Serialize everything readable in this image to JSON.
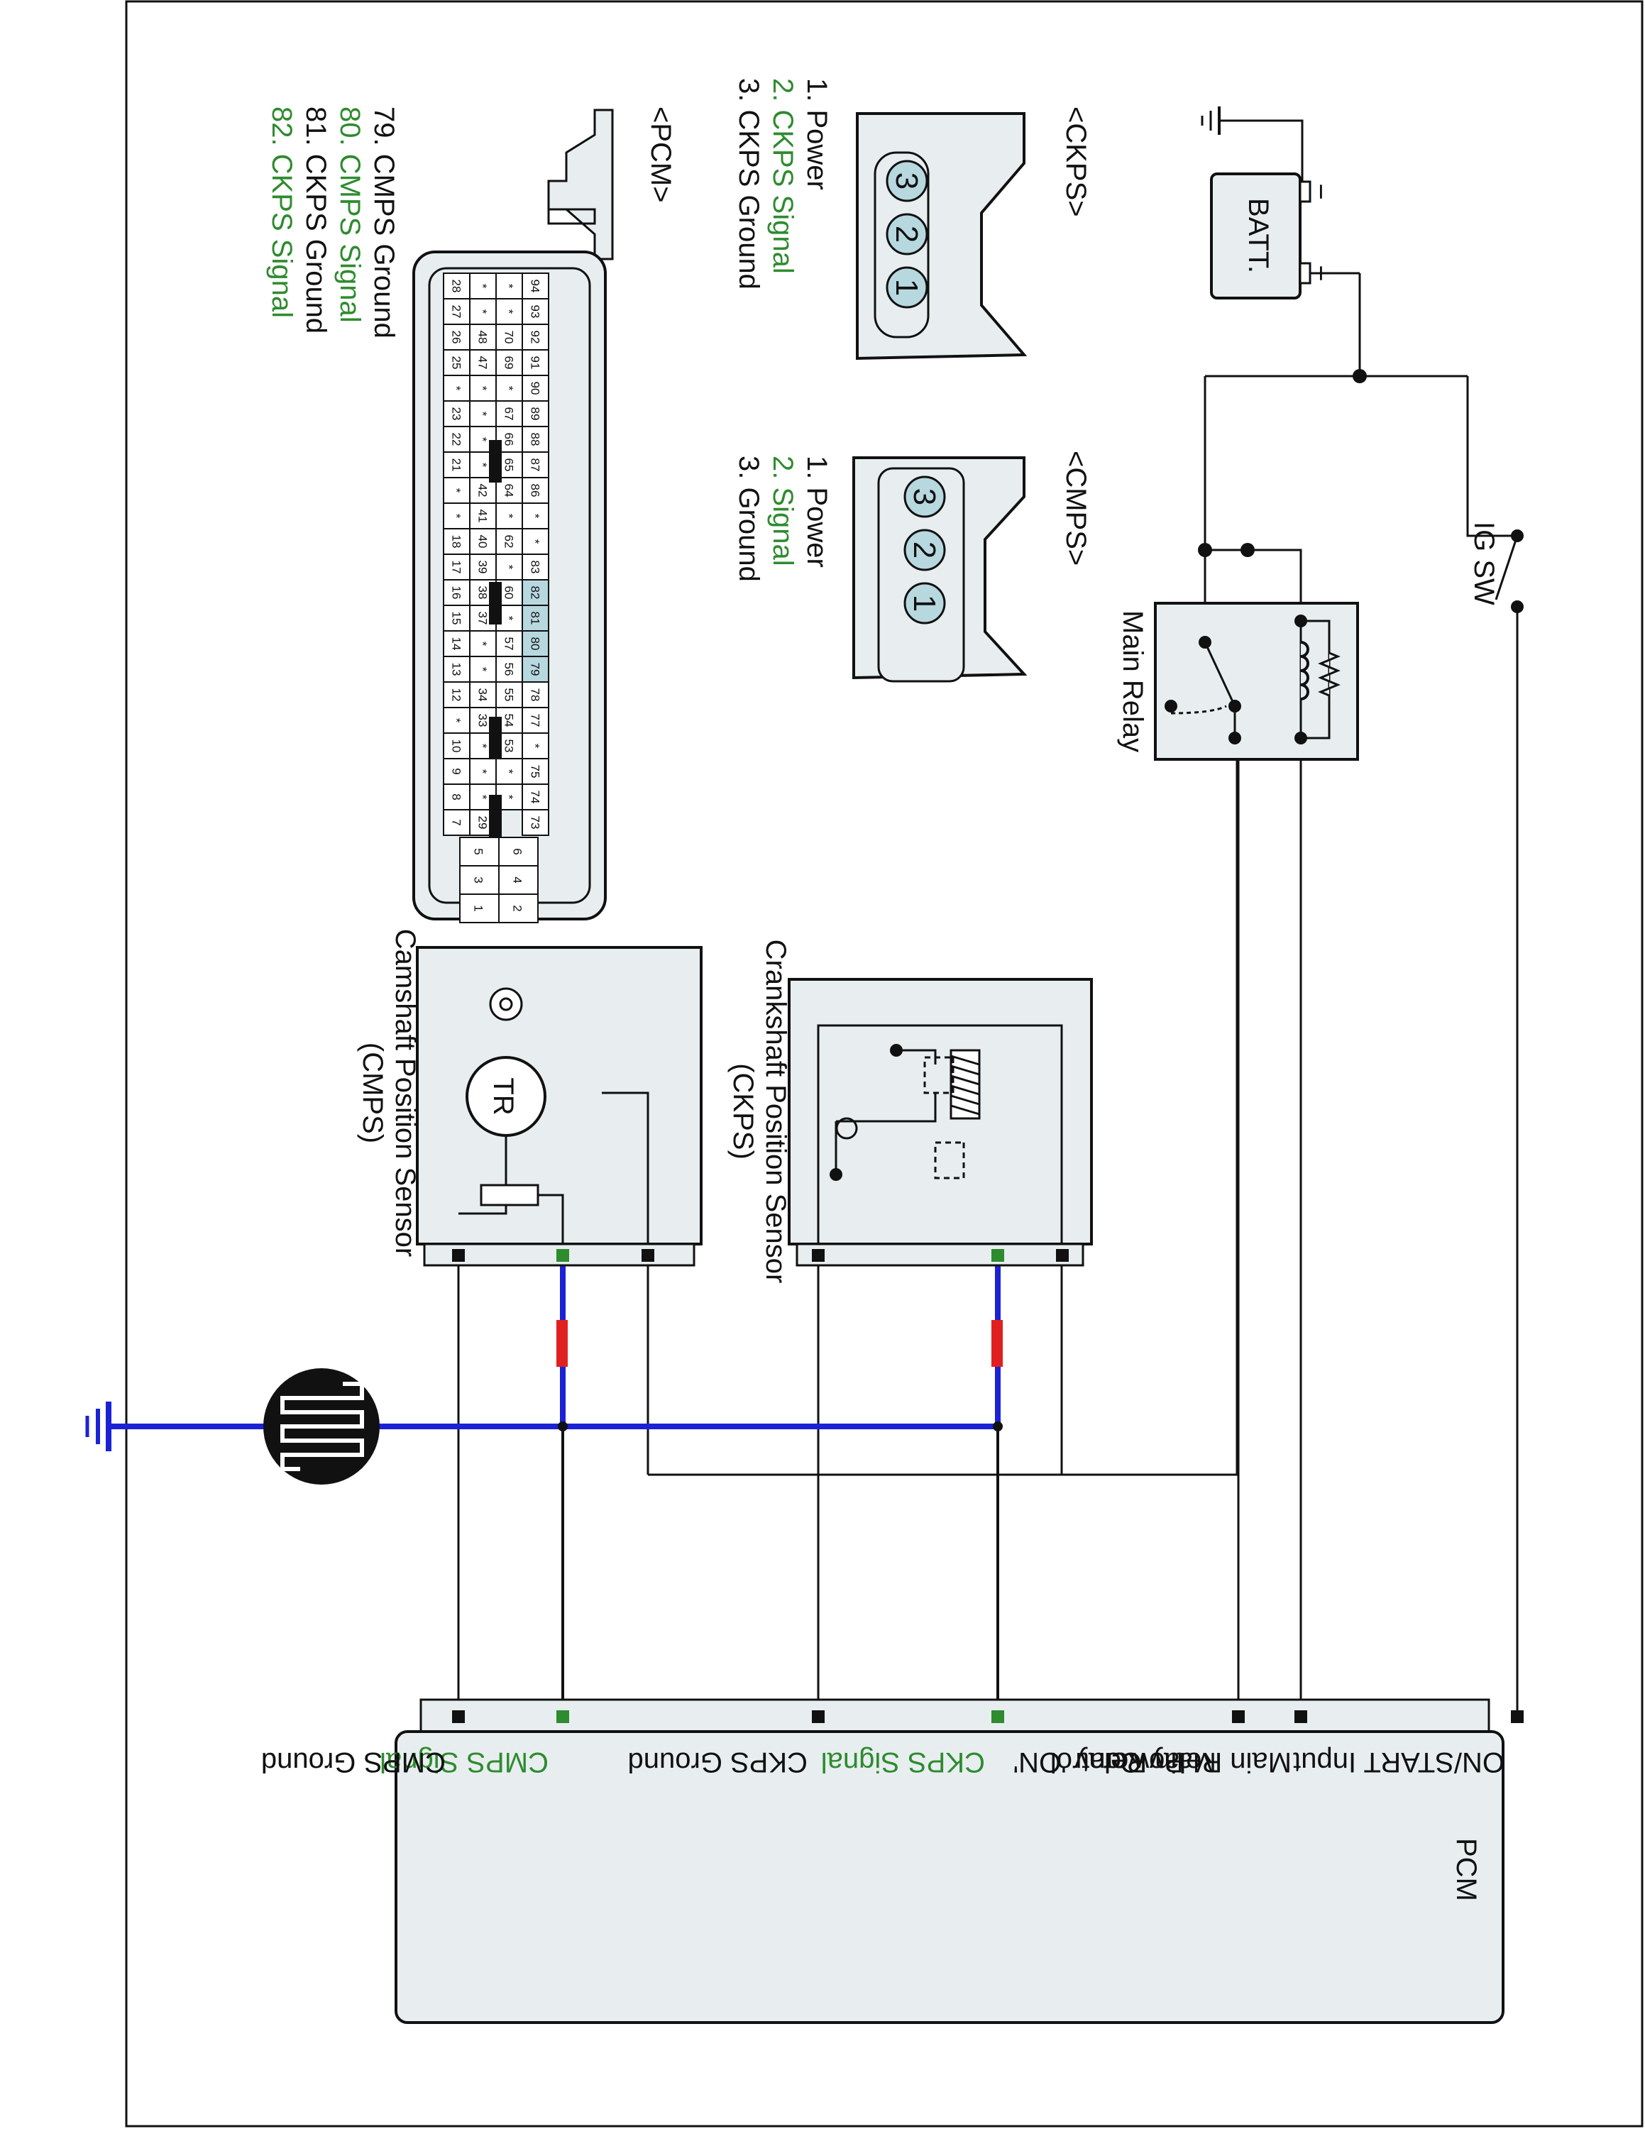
{
  "components": {
    "ig_switch": "IG SW",
    "main_relay": "Main Relay",
    "battery": "BATT.",
    "ckps_block": [
      "Crankshaft Position Sensor",
      "(CKPS)"
    ],
    "cmps_block": [
      "Camshaft Position Sensor",
      "(CMPS)"
    ],
    "cmps_transistor": "TR",
    "pcm_block": "PCM"
  },
  "pcm_inputs": {
    "on_start": "ON/START Input",
    "relay_control": "Main Relay Control",
    "relay_on_power": [
      "Main Relay 'ON'",
      "Power"
    ],
    "ckps_signal": "CKPS Signal",
    "ckps_ground": "CKPS Ground",
    "cmps_signal": "CMPS Signal",
    "cmps_ground": "CMPS Ground"
  },
  "ckps_connector": {
    "title": "<CKPS>",
    "pins": [
      {
        "text": "1. Power",
        "highlight": false
      },
      {
        "text": "2. CKPS Signal",
        "highlight": true
      },
      {
        "text": "3. CKPS Ground",
        "highlight": false
      }
    ],
    "cavities": [
      "3",
      "2",
      "1"
    ]
  },
  "cmps_connector": {
    "title": "<CMPS>",
    "pins": [
      {
        "text": "1. Power",
        "highlight": false
      },
      {
        "text": "2. Signal",
        "highlight": true
      },
      {
        "text": "3. Ground",
        "highlight": false
      }
    ],
    "cavities": [
      "3",
      "2",
      "1"
    ]
  },
  "pcm_connector": {
    "title": "<PCM>",
    "pins": [
      {
        "text": "79. CMPS Ground",
        "highlight": false
      },
      {
        "text": "80. CMPS Signal",
        "highlight": true
      },
      {
        "text": "81. CKPS Ground",
        "highlight": false
      },
      {
        "text": "82. CKPS Signal",
        "highlight": true
      }
    ],
    "grid": {
      "row1": [
        "94",
        "93",
        "92",
        "91",
        "90",
        "89",
        "88",
        "87",
        "86",
        "*",
        "*",
        "83",
        "82",
        "81",
        "80",
        "79",
        "78",
        "77",
        "*",
        "75",
        "74",
        "73"
      ],
      "row2": [
        "*",
        "*",
        "70",
        "69",
        "*",
        "67",
        "66",
        "65",
        "64",
        "*",
        "62",
        "*",
        "60",
        "*",
        "57",
        "56",
        "55",
        "54",
        "53",
        "*",
        "*"
      ],
      "row3": [
        "*",
        "*",
        "48",
        "47",
        "*",
        "*",
        "*",
        "*",
        "42",
        "41",
        "40",
        "39",
        "38",
        "37",
        "*",
        "*",
        "34",
        "33",
        "*",
        "*",
        "*",
        "29"
      ],
      "row4": [
        "28",
        "27",
        "26",
        "25",
        "*",
        "23",
        "22",
        "21",
        "*",
        "*",
        "18",
        "17",
        "16",
        "15",
        "14",
        "13",
        "12",
        "*",
        "10",
        "9",
        "8",
        "7"
      ],
      "power_block": [
        "6",
        "5",
        "4",
        "3",
        "2",
        "1"
      ]
    },
    "highlighted_cells": [
      "82",
      "81",
      "80",
      "79"
    ]
  },
  "colors": {
    "line": "#111111",
    "shield": "#1b22d6",
    "signal": "#2e8b2e",
    "fuse": "#e02020",
    "fill": "#e8eef0",
    "cavity": "#b8d8e0"
  }
}
